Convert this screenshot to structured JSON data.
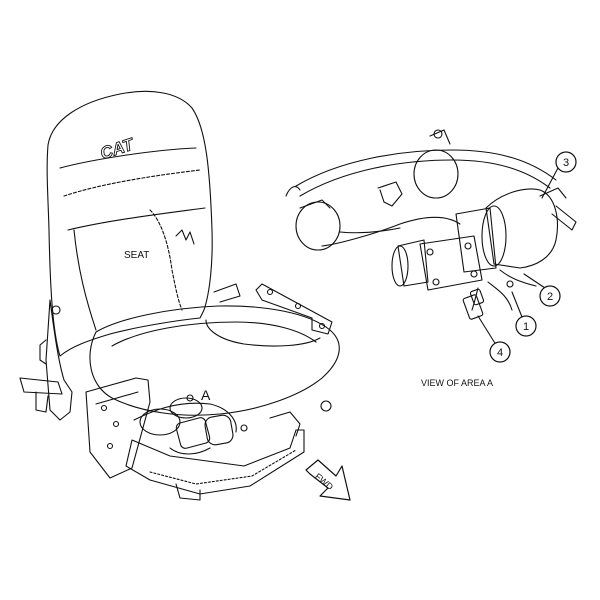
{
  "diagram": {
    "seat_label": "SEAT",
    "logo_text": "CAT",
    "area_marker": "A",
    "view_caption": "VIEW OF AREA A",
    "direction_label": "FWD",
    "callouts": [
      {
        "number": "1"
      },
      {
        "number": "2"
      },
      {
        "number": "3"
      },
      {
        "number": "4"
      }
    ]
  },
  "colors": {
    "line": "#111111",
    "background": "#ffffff"
  }
}
